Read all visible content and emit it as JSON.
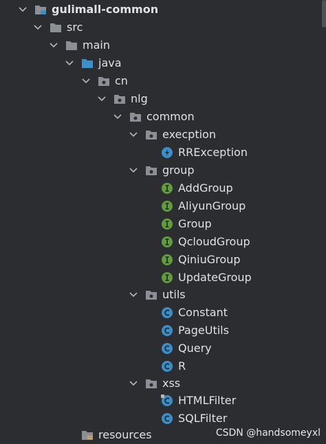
{
  "tree": {
    "module_name": "gulimall-common",
    "src": "src",
    "main": "main",
    "java": "java",
    "cn": "cn",
    "nlg": "nlg",
    "common": "common",
    "execption": {
      "label": "execption",
      "items": [
        {
          "label": "RRException",
          "icon": "exception-class-icon"
        }
      ]
    },
    "group": {
      "label": "group",
      "items": [
        {
          "label": "AddGroup",
          "icon": "interface-icon"
        },
        {
          "label": "AliyunGroup",
          "icon": "interface-icon"
        },
        {
          "label": "Group",
          "icon": "interface-icon"
        },
        {
          "label": "QcloudGroup",
          "icon": "interface-icon"
        },
        {
          "label": "QiniuGroup",
          "icon": "interface-icon"
        },
        {
          "label": "UpdateGroup",
          "icon": "interface-icon"
        }
      ]
    },
    "utils": {
      "label": "utils",
      "items": [
        {
          "label": "Constant",
          "icon": "class-icon"
        },
        {
          "label": "PageUtils",
          "icon": "class-icon"
        },
        {
          "label": "Query",
          "icon": "class-icon"
        },
        {
          "label": "R",
          "icon": "class-icon"
        }
      ]
    },
    "xss": {
      "label": "xss",
      "items": [
        {
          "label": "HTMLFilter",
          "icon": "class-icon"
        },
        {
          "label": "SQLFilter",
          "icon": "class-icon"
        }
      ]
    },
    "resources": "resources"
  },
  "watermark": "CSDN @handsomeyxl",
  "colors": {
    "background": "#2b2d30",
    "text": "#dfe1e5",
    "folder": "#8c8f95",
    "source_folder": "#3d8fc6",
    "interface_icon": "#5f9e3a",
    "class_icon": "#3a8fc9",
    "exception_icon": "#3a8fc9"
  }
}
